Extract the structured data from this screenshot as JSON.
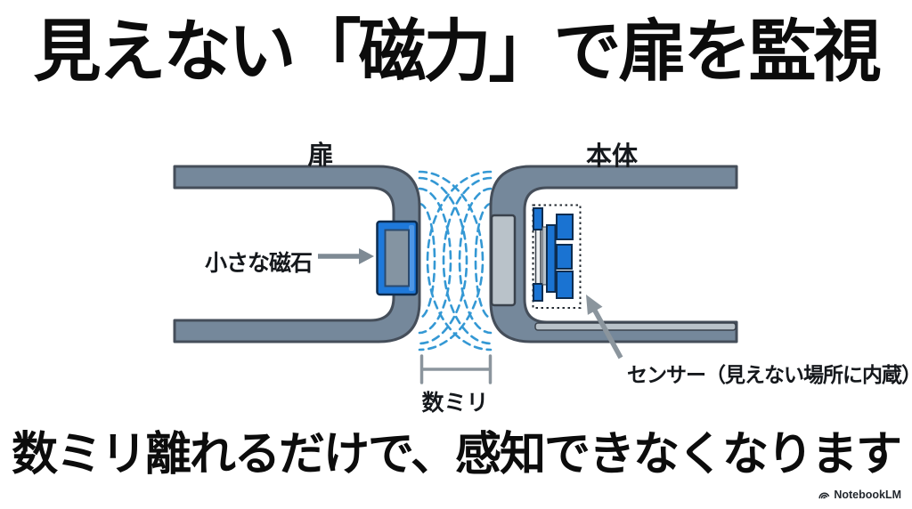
{
  "title": "見えない「磁力」で扉を監視",
  "footer_headline": "数ミリ離れるだけで、感知できなくなります",
  "diagram": {
    "door_label": "扉",
    "body_label": "本体",
    "magnet_label": "小さな磁石",
    "sensor_label": "センサー（見えない場所に内蔵）",
    "gap_label": "数ミリ",
    "icons": {
      "magnet_arrow": "right-arrow-icon",
      "sensor_arrow": "up-left-arrow-icon",
      "field_lines": "magnetic-field-dashed-arcs",
      "gap_bracket": "distance-bracket"
    },
    "colors": {
      "frame_fill": "#75889b",
      "frame_stroke": "#454e5a",
      "interior": "#ffffff",
      "magnet_blue": "#1f79da",
      "magnet_border": "#0d2c4f",
      "magnet_core_gray": "#8494a2",
      "field_line_blue": "#2a93d2",
      "pad_gray": "#b9c2c9",
      "sensor_blue": "#1a73d2",
      "arrow_gray": "#8b959d",
      "text_black": "#0c0c0c"
    }
  },
  "branding": {
    "logo_text": "NotebookLM",
    "logo_icon": "notebooklm-swirl-icon"
  }
}
